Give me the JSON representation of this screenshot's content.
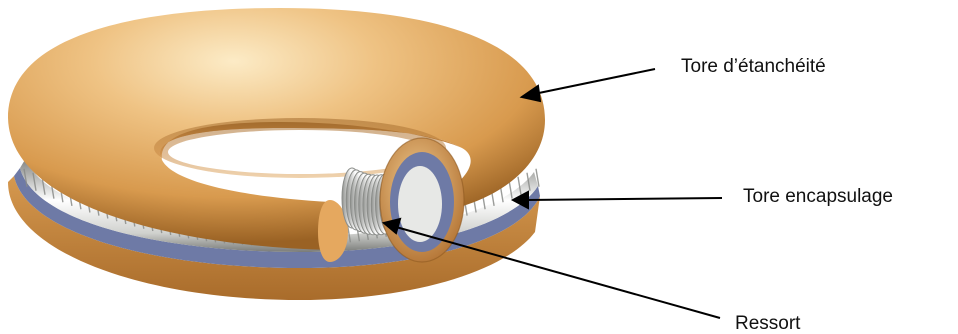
{
  "labels": {
    "seal_torus": "Tore d’étanchéité",
    "encapsulation_torus": "Tore encapsulage",
    "spring": "Ressort"
  },
  "colors": {
    "torus_light": "#f7d9a6",
    "torus_mid": "#e0a55e",
    "torus_dark": "#9c6426",
    "encapsulation_blue": "#6e7aa6",
    "spring_light": "#ffffff",
    "spring_shade": "#a9aaa8",
    "leader_line": "#000000"
  }
}
